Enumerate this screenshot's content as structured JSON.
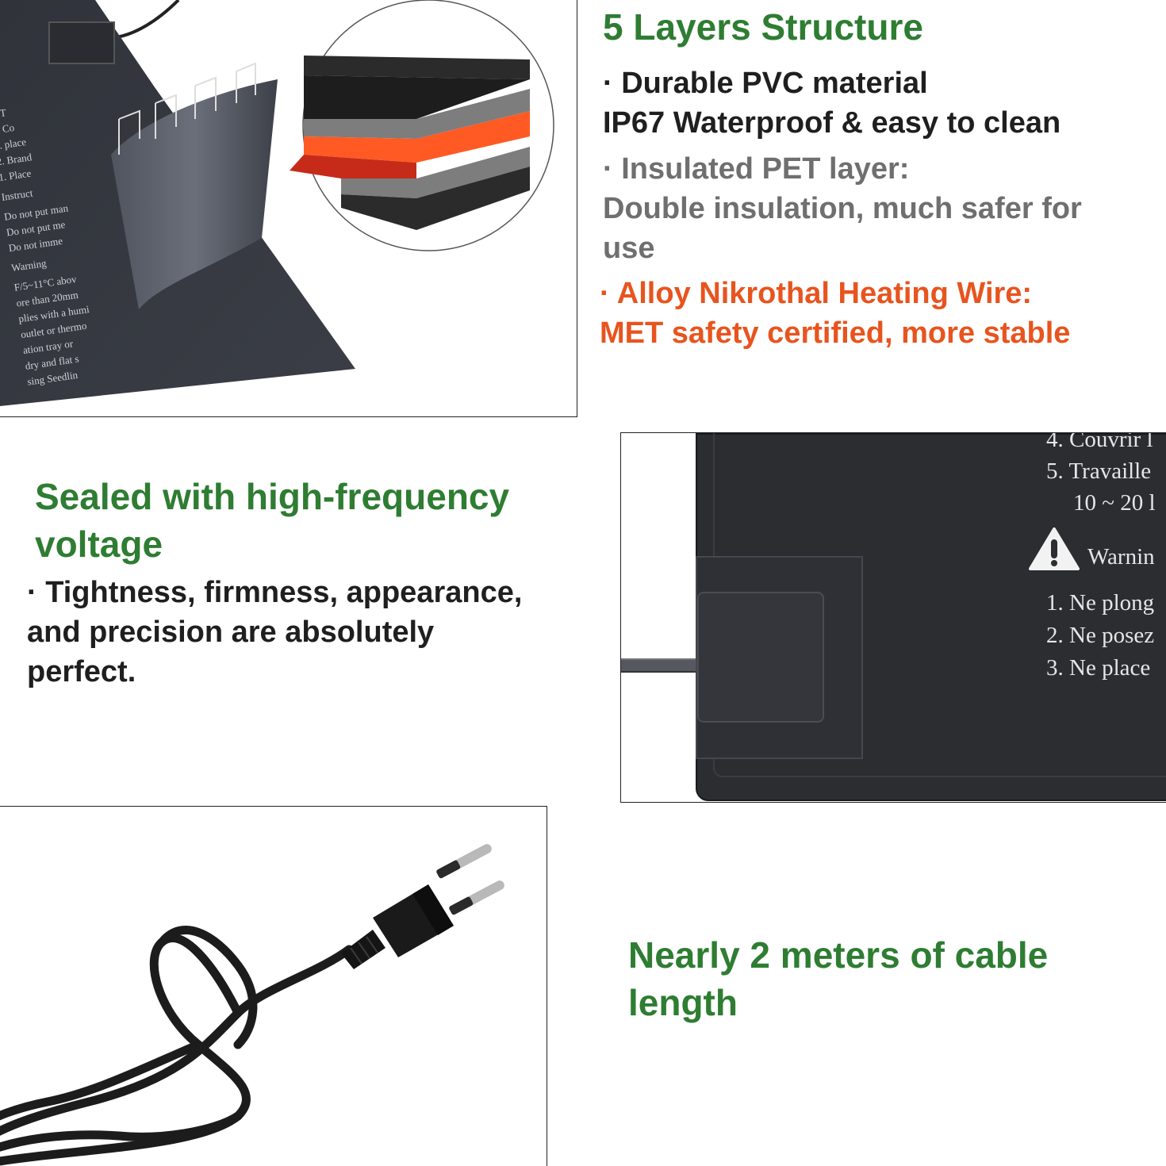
{
  "colors": {
    "heading_green": "#2e7d32",
    "body_dark": "#1f1f1f",
    "body_gray": "#6f6f6f",
    "accent_orange": "#e8541e",
    "mat_dark": "#2b2d31",
    "heating_layer": "#e8541e"
  },
  "layers_section": {
    "title": "5 Layers Structure",
    "pvc_title": "· Durable PVC material",
    "pvc_text": "IP67 Waterproof & easy to clean",
    "pet_title": "· Insulated PET layer:",
    "pet_text_1": "Double insulation, much safer for",
    "pet_text_2": "use",
    "wire_title": "· Alloy Nikrothal Heating Wire:",
    "wire_text": "MET safety certified, more stable"
  },
  "sealed_section": {
    "title_1": "Sealed with high-frequency",
    "title_2": "voltage",
    "body_1": "· Tightness, firmness, appearance,",
    "body_2": "and precision are absolutely",
    "body_3": "perfect."
  },
  "cable_section": {
    "title_1": "Nearly 2 meters of cable",
    "title_2": "length"
  },
  "mat_closeup": {
    "lines": [
      "4. Couvrir l",
      "5. Travaille",
      "10 ~ 20 l",
      "Warnin",
      "1. Ne plong",
      "2. Ne posez",
      "3. Ne place"
    ]
  },
  "icons": {
    "layers": "layered-cross-section-icon",
    "warning": "warning-triangle-icon",
    "plug": "eu-plug-icon"
  }
}
